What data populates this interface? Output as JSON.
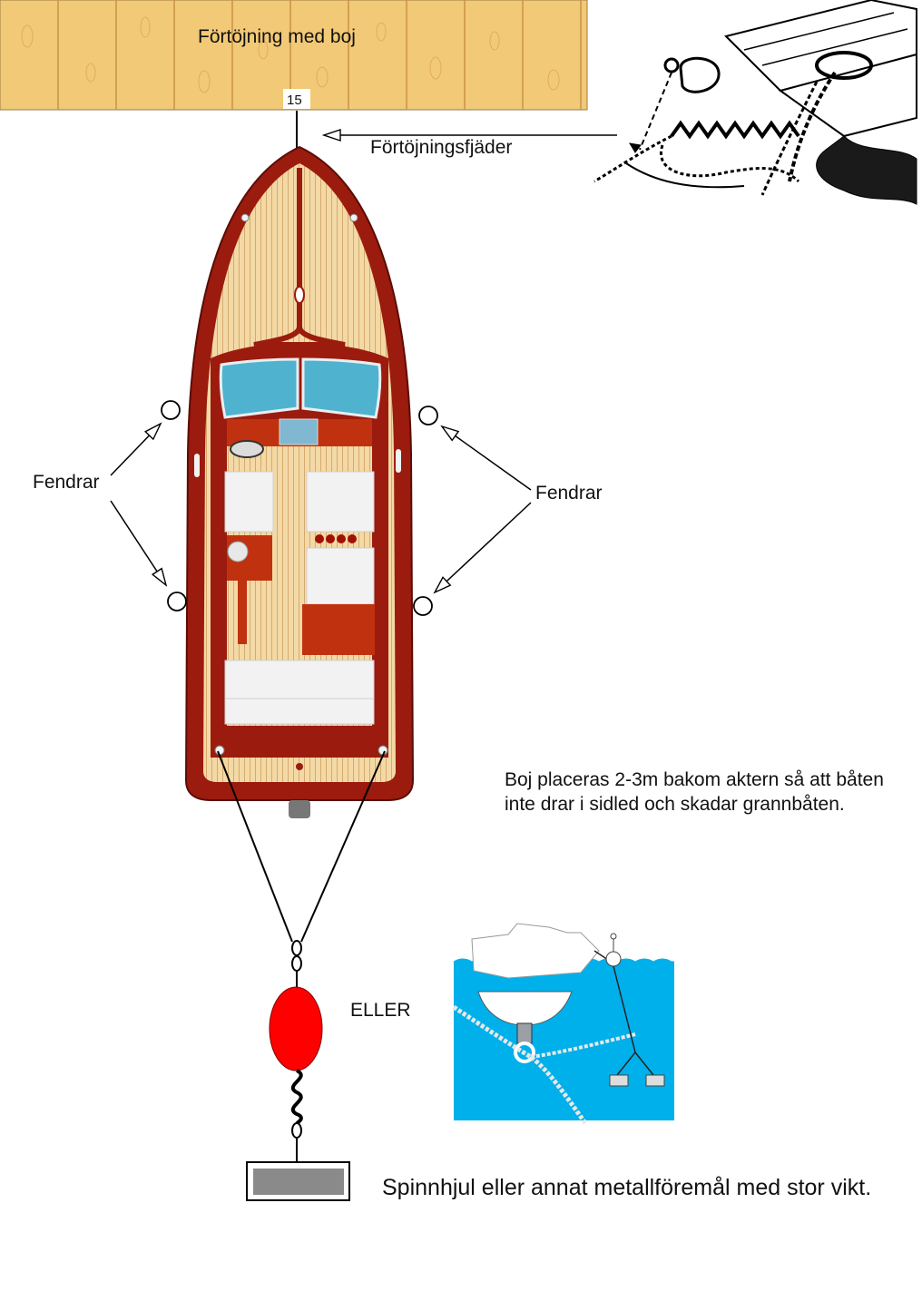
{
  "labels": {
    "dock_title": "Förtöjning med boj",
    "berth_number": "15",
    "spring_label": "Förtöjningsfjäder",
    "fender_left": "Fendrar",
    "fender_right": "Fendrar",
    "buoy_note": "Boj placeras 2-3m bakom aktern så att båten inte drar i sidled och skadar grannbåten.",
    "or_label": "ELLER",
    "weight_note": "Spinnhjul eller annat metallföremål med stor vikt."
  },
  "colors": {
    "dock_wood": "#f2c976",
    "dock_grain": "#d9a24e",
    "hull": "#9b1b0e",
    "deck": "#f3d9a6",
    "windshield": "#4fb3cf",
    "buoy": "#ff0000",
    "water": "#00b0ea",
    "weight": "#8a8a8a"
  }
}
